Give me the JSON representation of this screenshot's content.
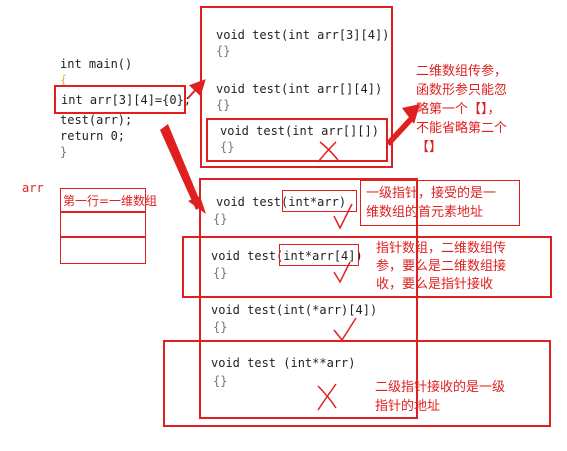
{
  "main_code": {
    "line1": "int main()",
    "line2": "{",
    "line3": "int arr[3][4]={0};",
    "line4": "test(arr);",
    "line5": "return 0;",
    "line6": "}"
  },
  "arr_label": "arr",
  "row_label": "第一行=一维数组",
  "top_group": {
    "fn1": "void test(int arr[3][4])",
    "fn1_body": "{}",
    "fn2": "void test(int arr[][4])",
    "fn2_body": "{}",
    "fn3": "void test(int arr[][])",
    "fn3_body": "{}"
  },
  "bottom_group": {
    "fn1": "void test(int*arr)",
    "fn1_body": "{}",
    "fn2": "void test(int*arr[4])",
    "fn2_body": "{}",
    "fn3": "void test(int(*arr)[4])",
    "fn3_body": "{}",
    "fn4": "void test (int**arr)",
    "fn4_body": "{}"
  },
  "notes": {
    "note1": "二维数组传参，\n函数形参只能忽\n略第一个【】，\n不能省略第二个\n【】",
    "note2": "一级指针，接受的是一\n维数组的首元素地址",
    "note3": "指针数组，二维数组传\n参，要么是二维数组接\n收，要么是指针接收",
    "note4": "二级指针接收的是一级\n指针的地址"
  },
  "colors": {
    "accent": "#e02020",
    "text": "#222222"
  }
}
